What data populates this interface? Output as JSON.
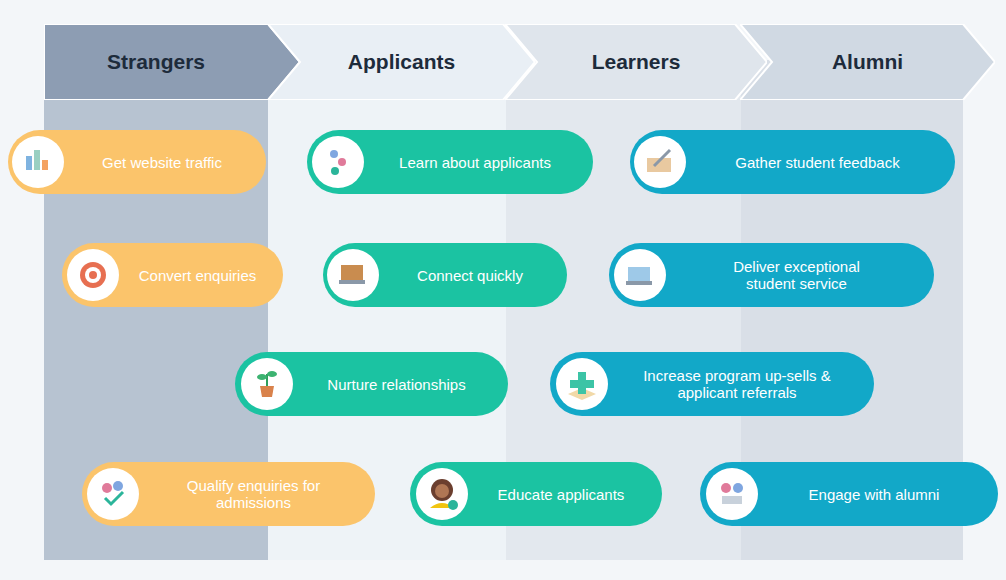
{
  "diagram": {
    "nodes": [
      {
        "text": [
          "Strangers"
        ]
      },
      {
        "text": [
          "Applicants"
        ]
      },
      {
        "text": [
          "Learners"
        ]
      },
      {
        "text": [
          "Alumni"
        ]
      },
      {
        "text": [
          "Get website traffic"
        ]
      },
      {
        "text": [
          "Learn about applicants"
        ]
      },
      {
        "text": [
          "Gather student feedback"
        ]
      },
      {
        "text": [
          "Convert enquiries"
        ]
      },
      {
        "text": [
          "Connect quickly"
        ]
      },
      {
        "text": [
          "Deliver exceptional student service"
        ]
      },
      {
        "text": [
          "Nurture relationships"
        ]
      },
      {
        "text": [
          "Increase program up-sells & applicant referrals"
        ]
      },
      {
        "text": [
          "Qualify enquiries for admissions"
        ]
      },
      {
        "text": [
          "Educate applicants"
        ]
      },
      {
        "text": [
          "Engage with alumni"
        ]
      }
    ]
  }
}
